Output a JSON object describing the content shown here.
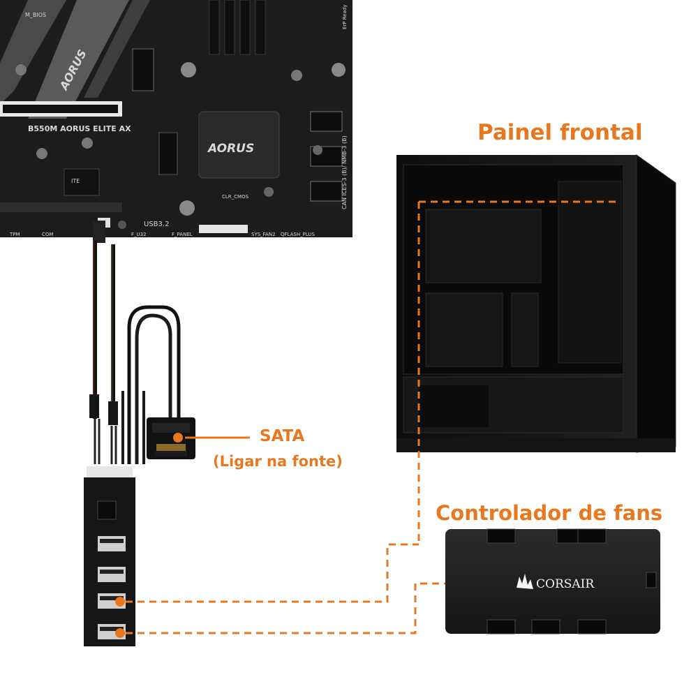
{
  "labels": {
    "painel_frontal": "Painel frontal",
    "sata_title": "SATA",
    "sata_sub": "(Ligar na fonte)",
    "controlador": "Controlador de fans"
  },
  "motherboard": {
    "model": "B550M AORUS ELITE AX",
    "brand": "AORUS",
    "chip_brand": "AORUS",
    "silk_bios": "M_BIOS",
    "silk_usb": "USB3.2",
    "silk_tpm": "TPM",
    "silk_com": "COM",
    "silk_fusb": "F_U32",
    "silk_fpanel": "F_PANEL",
    "silk_sysfan": "SYS_FAN2",
    "silk_qflash": "QFLASH_PLUS",
    "silk_clrcmos": "CLR_CMOS",
    "silk_erp": "ErP Ready",
    "silk_ite": "ITE",
    "silk_cert": "CAN ICES-3 (B)/ NMB-3 (B)"
  },
  "controller": {
    "brand": "CORSAIR"
  },
  "colors": {
    "accent": "#e8781f",
    "hardware": "#1a1a1a",
    "background": "#ffffff"
  }
}
